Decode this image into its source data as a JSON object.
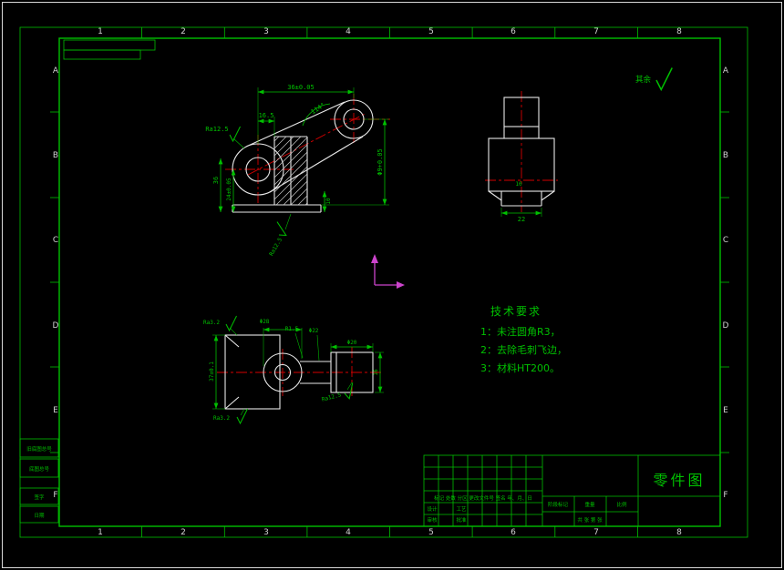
{
  "sheet": {
    "zones_top": [
      "1",
      "2",
      "3",
      "4",
      "5",
      "6",
      "7",
      "8"
    ],
    "zones_side": [
      "A",
      "B",
      "C",
      "D",
      "E",
      "F"
    ],
    "rest_label": "其余"
  },
  "tech": {
    "title": "技术要求",
    "l1": "1：未注圆角R3，",
    "l2": "2：去除毛刺飞边，",
    "l3": "3：材料HT200。"
  },
  "dims": {
    "front": {
      "w36": "36±0.05",
      "w165": "16.5",
      "ang": "114°",
      "ra_left": "Ra12.5",
      "hole": "Φ9+0.05",
      "h36": "36",
      "h24": "24±0.05",
      "t10": "10",
      "ra_bot": "Ra12.5"
    },
    "side": {
      "h10": "10",
      "w22": "22"
    },
    "bottom": {
      "ra_top": "Ra3.2",
      "d28": "Φ28",
      "r15": "R1.5",
      "d22": "Φ22",
      "d20": "Φ20",
      "h37": "37±0.1",
      "l16": "16",
      "ra_right": "Ra12.5",
      "ra_bot": "Ra3.2"
    }
  },
  "title_block": {
    "name": "零件图",
    "rev": "标记 处数 分区 更改文件号 签名 年、月、日",
    "design": "设计",
    "check": "审核",
    "process": "工艺",
    "approve": "批准",
    "stage": "阶段标记",
    "weight": "重量",
    "scale": "比例",
    "sheets": "共 张 第 张"
  },
  "archive": {
    "old": "旧底图总号",
    "no": "底图总号",
    "sign": "签字",
    "date": "日期"
  },
  "colors": {
    "line": "#e8e8e8",
    "accent": "#00c000",
    "centerline": "#d40000",
    "axis": "#cc44cc",
    "background": "#000000"
  }
}
